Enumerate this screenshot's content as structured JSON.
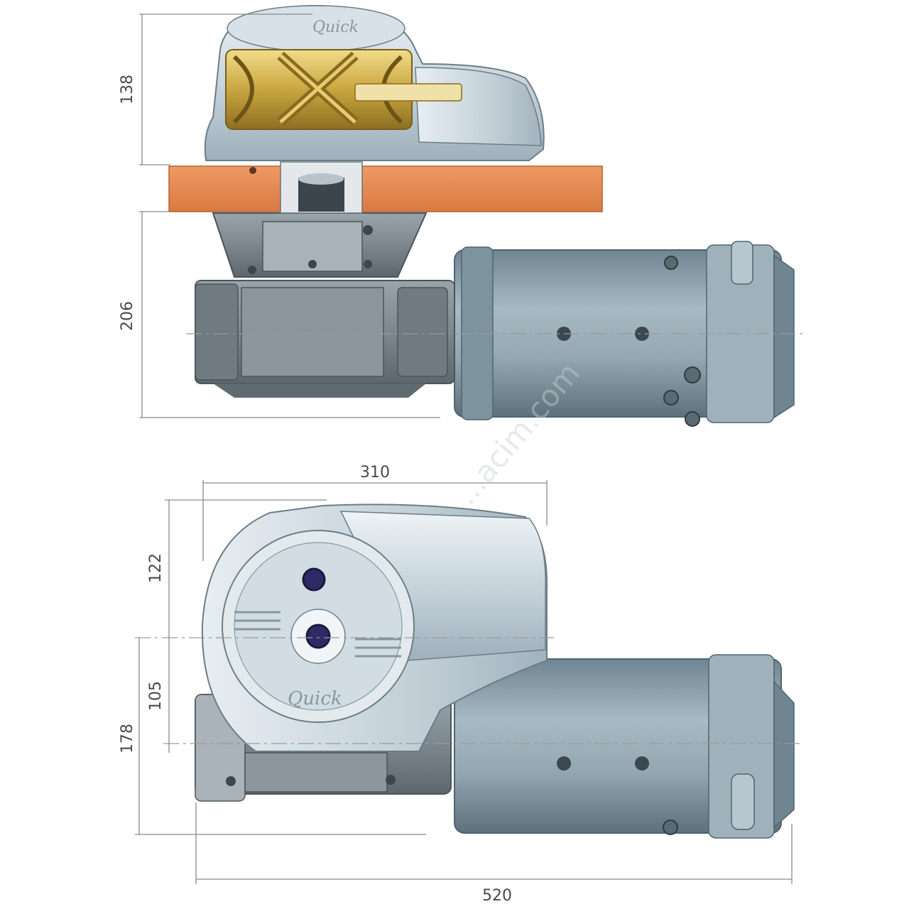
{
  "dimensions": {
    "side_view": {
      "top_height": "138",
      "lower_height": "206"
    },
    "top_view": {
      "width": "310",
      "upper": "122",
      "middle": "105",
      "lower": "178",
      "overall_width": "520"
    }
  },
  "brand_mark": "Quick",
  "watermark": "...acim.com",
  "colors": {
    "housing": "#c9d6de",
    "motor": "#8fa4b0",
    "gold": "#c9a640",
    "deck": "#e78a52",
    "gearbox": "#7f8a92",
    "lines": "#8a8a8a"
  }
}
